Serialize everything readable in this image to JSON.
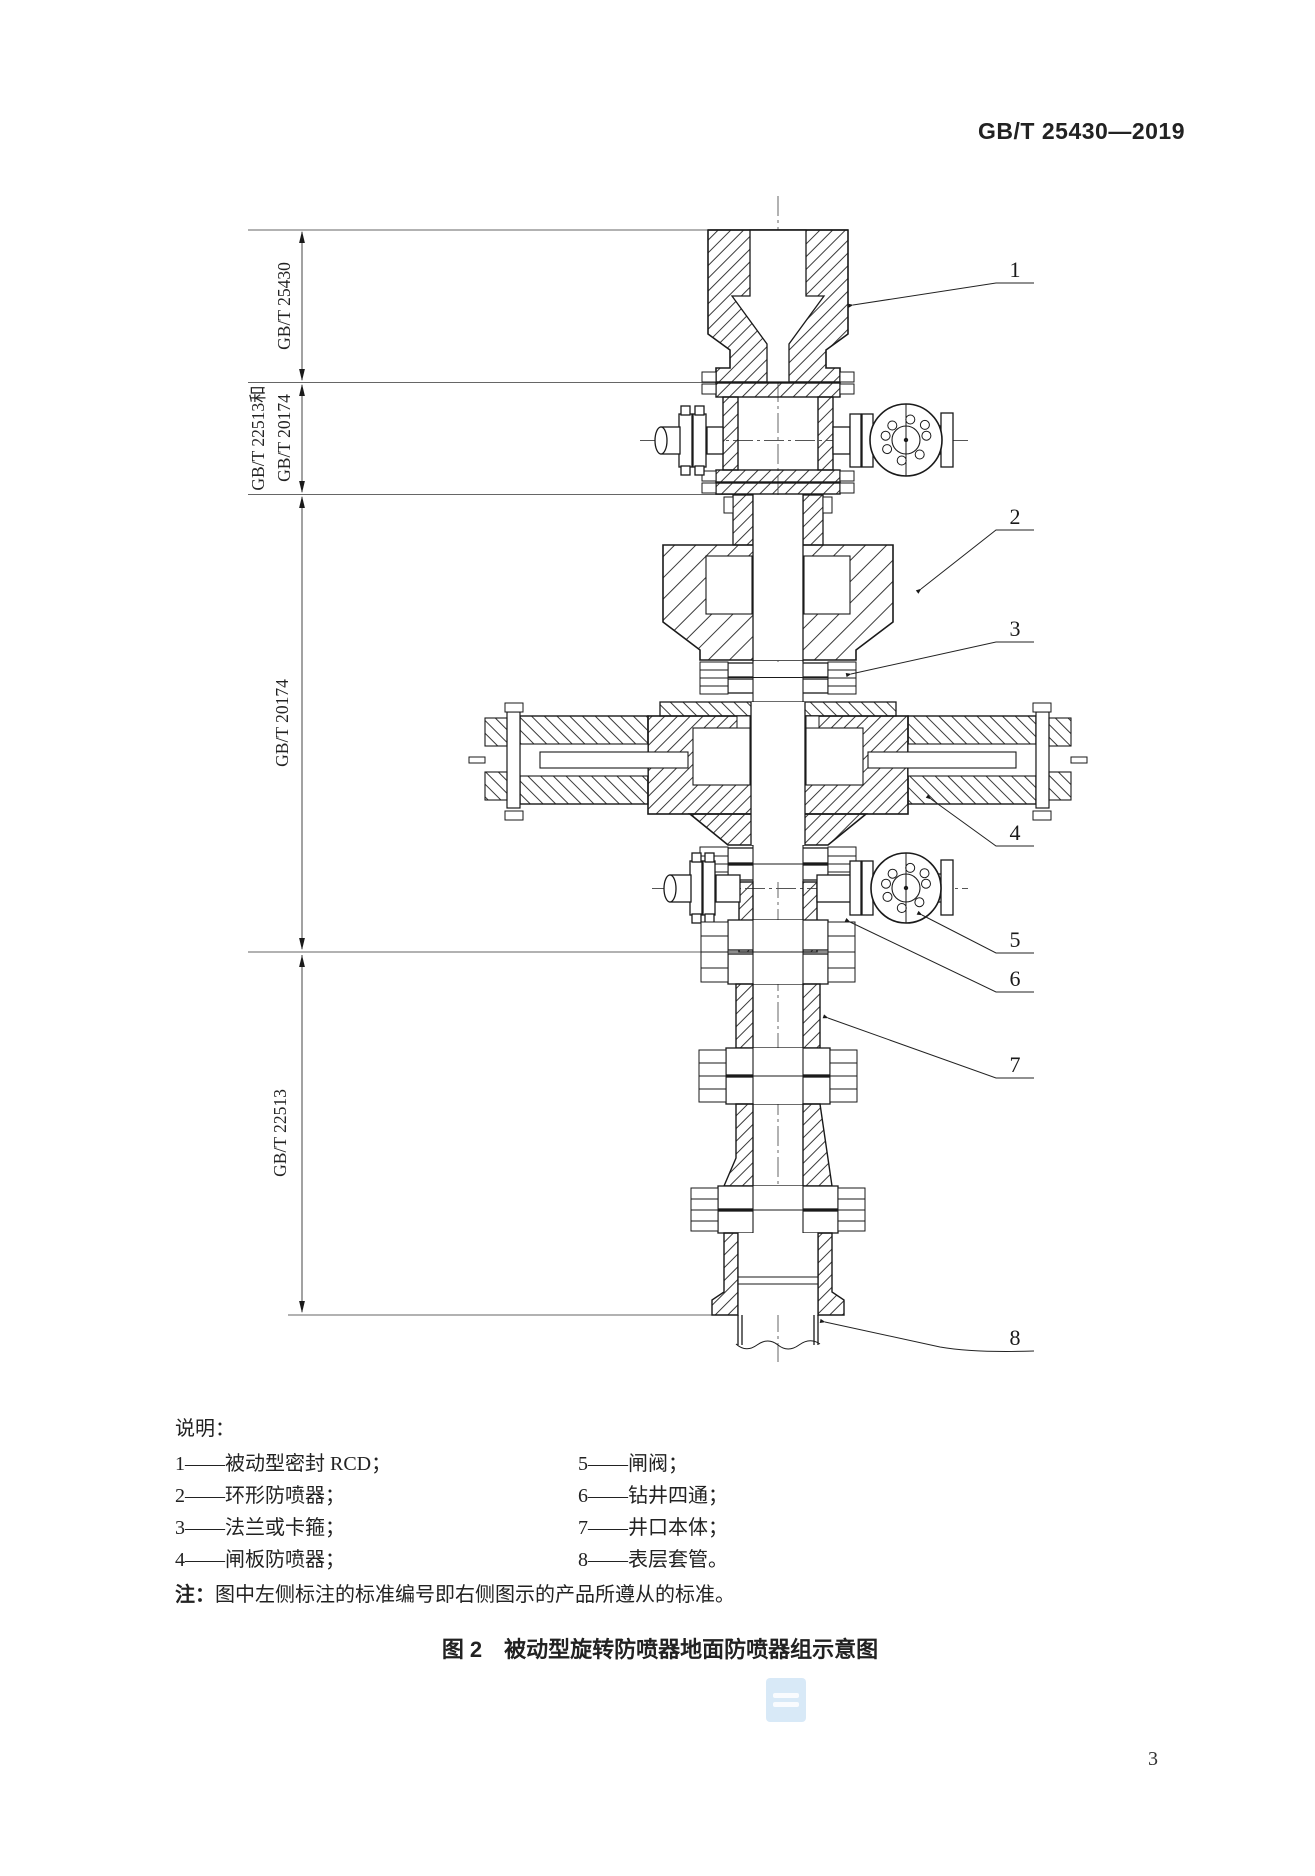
{
  "header": {
    "standard_code": "GB/T 25430—2019"
  },
  "drawing": {
    "dim_labels": {
      "seg1": "GB/T 25430",
      "seg2a": "GB/T 22513和",
      "seg2b": "GB/T 20174",
      "seg3": "GB/T 20174",
      "seg4": "GB/T 22513"
    },
    "callouts": {
      "c1": "1",
      "c2": "2",
      "c3": "3",
      "c4": "4",
      "c5": "5",
      "c6": "6",
      "c7": "7",
      "c8": "8"
    }
  },
  "legend": {
    "title": "说明：",
    "left": [
      "1——被动型密封 RCD；",
      "2——环形防喷器；",
      "3——法兰或卡箍；",
      "4——闸板防喷器；"
    ],
    "right": [
      "5——闸阀；",
      "6——钻井四通；",
      "7——井口本体；",
      "8——表层套管。"
    ]
  },
  "note": {
    "label": "注：",
    "text": "图中左侧标注的标准编号即右侧图示的产品所遵从的标准。"
  },
  "caption": "图 2　被动型旋转防喷器地面防喷器组示意图",
  "page_number": "3",
  "colors": {
    "line": "#1a1a1a",
    "paper": "#ffffff",
    "watermark_blue": "#cfe4f6"
  }
}
